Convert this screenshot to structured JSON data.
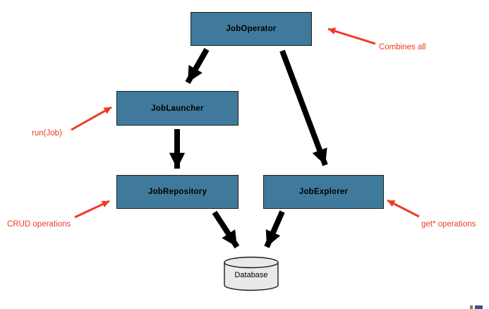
{
  "diagram": {
    "nodes": [
      {
        "id": "job-operator",
        "label": "JobOperator"
      },
      {
        "id": "job-launcher",
        "label": "JobLauncher"
      },
      {
        "id": "job-repository",
        "label": "JobRepository"
      },
      {
        "id": "job-explorer",
        "label": "JobExplorer"
      },
      {
        "id": "database",
        "label": "Database"
      }
    ],
    "edges": [
      {
        "from": "JobOperator",
        "to": "JobLauncher"
      },
      {
        "from": "JobOperator",
        "to": "JobExplorer"
      },
      {
        "from": "JobLauncher",
        "to": "JobRepository"
      },
      {
        "from": "JobRepository",
        "to": "Database"
      },
      {
        "from": "JobExplorer",
        "to": "Database"
      }
    ],
    "annotations": [
      {
        "id": "combines-all",
        "text": "Combines all",
        "points_to": "JobOperator"
      },
      {
        "id": "run-job",
        "text": "run(Job)",
        "points_to": "JobLauncher"
      },
      {
        "id": "crud-operations",
        "text": "CRUD operations",
        "points_to": "JobRepository"
      },
      {
        "id": "get-operations",
        "text": "get* operations",
        "points_to": "JobExplorer"
      }
    ],
    "colors": {
      "node_fill": "#3f7a9c",
      "node_border": "#1f1f1f",
      "arrow": "#000000",
      "annotation": "#ee3a24",
      "database_fill": "#e9e9e9"
    }
  }
}
